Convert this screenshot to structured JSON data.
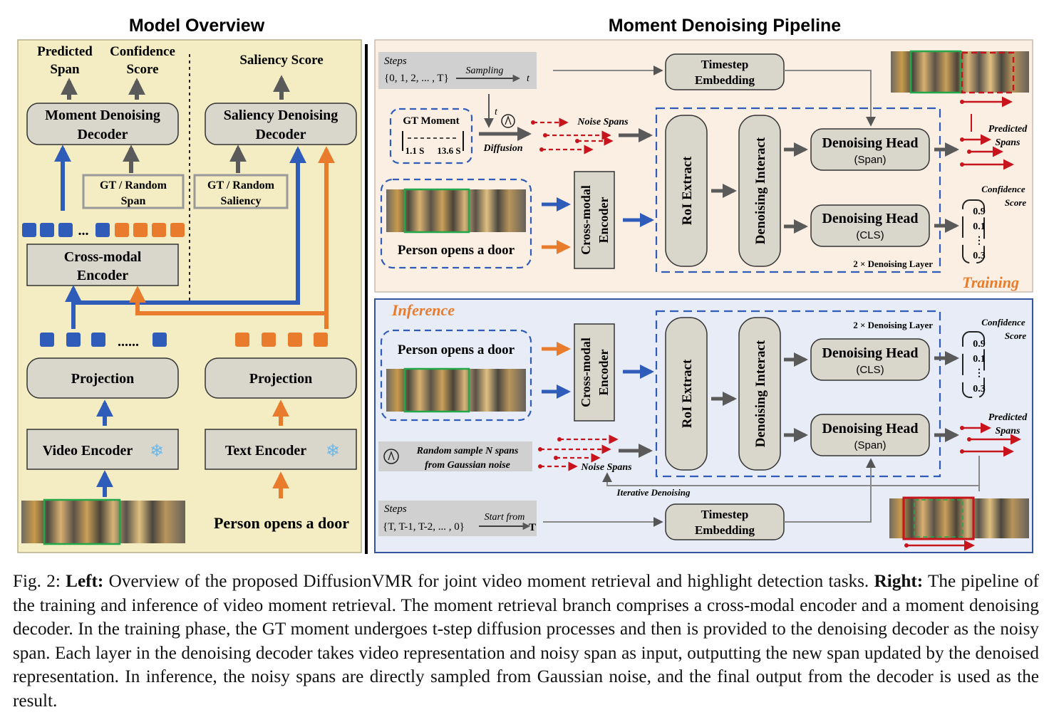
{
  "left_panel": {
    "title": "Model Overview",
    "outputs": {
      "predicted_span": [
        "Predicted",
        "Span"
      ],
      "confidence_score": [
        "Confidence",
        "Score"
      ],
      "saliency_score": "Saliency Score"
    },
    "moment_decoder": [
      "Moment Denoising",
      "Decoder"
    ],
    "saliency_decoder": [
      "Saliency Denoising",
      "Decoder"
    ],
    "gt_random_span": [
      "GT / Random",
      "Span"
    ],
    "gt_random_saliency": [
      "GT / Random",
      "Saliency"
    ],
    "cross_modal_encoder": [
      "Cross-modal",
      "Encoder"
    ],
    "token_ellipsis": "...",
    "feature_ellipsis": "......",
    "projection_video": "Projection",
    "projection_text": "Projection",
    "video_encoder": "Video Encoder",
    "text_encoder": "Text Encoder",
    "query_text": "Person opens a door"
  },
  "right_panel": {
    "title": "Moment Denoising Pipeline",
    "training": {
      "label": "Training",
      "steps_label": "Steps",
      "steps_set": "{0, 1, 2, ... , T}",
      "sampling": "Sampling",
      "t_symbol": "t",
      "timestep_embedding": [
        "Timestep",
        "Embedding"
      ],
      "gt_moment": "GT Moment",
      "gt_start": "1.1 S",
      "gt_end": "13.6 S",
      "diffusion": "Diffusion",
      "noise_spans": "Noise Spans",
      "query": "Person opens a door",
      "cross_modal_encoder": [
        "Cross-modal",
        "Encoder"
      ],
      "roi_extract": "RoI Extract",
      "denoising_interact": "Denoising Interact",
      "head_span": [
        "Denoising Head",
        "(Span)"
      ],
      "head_cls": [
        "Denoising Head",
        "(CLS)"
      ],
      "layer_label": "2 × Denoising Layer",
      "predicted_spans": [
        "Predicted",
        "Spans"
      ],
      "confidence_score": [
        "Confidence",
        "Score"
      ],
      "scores": [
        "0.9",
        "0.1",
        "⋮",
        "0.3"
      ]
    },
    "inference": {
      "label": "Inference",
      "query": "Person opens a door",
      "cross_modal_encoder": [
        "Cross-modal",
        "Encoder"
      ],
      "roi_extract": "RoI Extract",
      "denoising_interact": "Denoising Interact",
      "head_cls": [
        "Denoising Head",
        "(CLS)"
      ],
      "head_span": [
        "Denoising Head",
        "(Span)"
      ],
      "layer_label": "2 × Denoising Layer",
      "confidence_score": [
        "Confidence",
        "Score"
      ],
      "scores": [
        "0.9",
        "0.1",
        "⋮",
        "0.3"
      ],
      "predicted_spans": [
        "Predicted",
        "Spans"
      ],
      "random_sample": [
        "Random sample N spans",
        "from Gaussian noise"
      ],
      "noise_spans": "Noise Spans",
      "iterative_denoising": "Iterative Denoising",
      "steps_label": "Steps",
      "steps_set": "{T, T-1, T-2, ... , 0}",
      "start_from": "Start from",
      "t_end": "T",
      "timestep_embedding": [
        "Timestep",
        "Embedding"
      ]
    }
  },
  "caption": {
    "fig_label": "Fig. 2:",
    "left_label": "Left:",
    "left_text": "Overview of the proposed DiffusionVMR for joint video moment retrieval and highlight detection tasks.",
    "right_label": "Right:",
    "right_text": "The pipeline of the training and inference of video moment retrieval. The moment retrieval branch comprises a cross-modal encoder and a moment denoising decoder. In the training phase, the GT moment undergoes t-step diffusion processes and then is provided to the denoising decoder as the noisy span. Each layer in the denoising decoder takes video representation and noisy span as input, outputting the new span updated by the denoised representation. In inference, the noisy spans are directly sampled from Gaussian noise, and the final output from the decoder is used as the result."
  },
  "colors": {
    "left_bg": "#f4ecc2",
    "training_bg": "#fbefe3",
    "inference_bg": "#e8ecf6",
    "inference_border": "#3355a0",
    "box_fill": "#d9d6cc",
    "blue": "#2e5cb8",
    "orange": "#e87b2c",
    "red": "#c8141c",
    "training_label": "#e87b2c"
  }
}
